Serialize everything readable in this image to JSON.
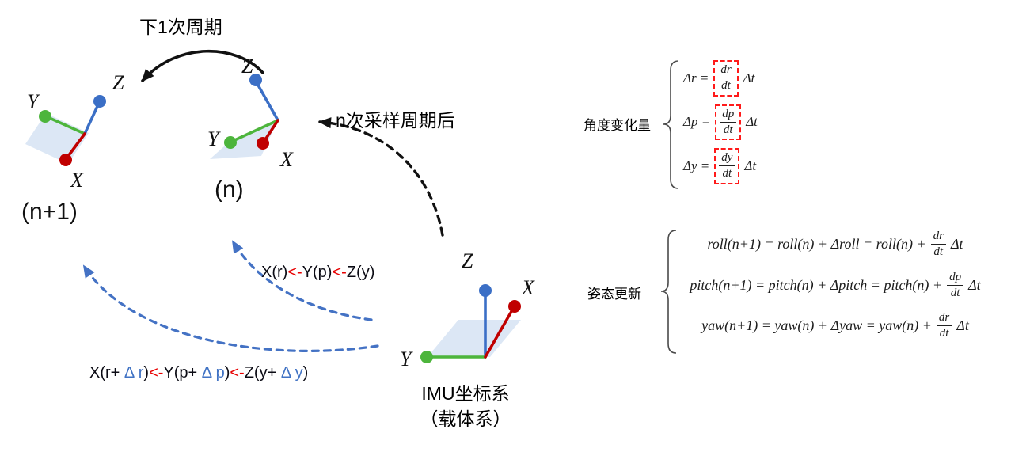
{
  "frames": {
    "n1": {
      "caption": "(n+1)",
      "x": "X",
      "y": "Y",
      "z": "Z"
    },
    "n": {
      "caption": "(n)",
      "x": "X",
      "y": "Y",
      "z": "Z"
    },
    "imu": {
      "caption_line1": "IMU坐标系",
      "caption_line2": "（载体系）",
      "x": "X",
      "y": "Y",
      "z": "Z"
    }
  },
  "arrows": {
    "next_cycle": "下1次周期",
    "after_n_samples": "n次采样周期后"
  },
  "rotation_labels": {
    "current": [
      {
        "text": "X(r)",
        "color": "ink"
      },
      {
        "text": "<-",
        "color": "red"
      },
      {
        "text": "Y(p)",
        "color": "ink"
      },
      {
        "text": "<-",
        "color": "red"
      },
      {
        "text": "Z(y)",
        "color": "ink"
      }
    ],
    "next": [
      {
        "text": "X(r+ ",
        "color": "ink"
      },
      {
        "text": "Δ r",
        "color": "blue"
      },
      {
        "text": ")",
        "color": "ink"
      },
      {
        "text": "<-",
        "color": "red"
      },
      {
        "text": "Y(p+ ",
        "color": "ink"
      },
      {
        "text": "Δ p",
        "color": "blue"
      },
      {
        "text": ")",
        "color": "ink"
      },
      {
        "text": "<-",
        "color": "red"
      },
      {
        "text": "Z(y+ ",
        "color": "ink"
      },
      {
        "text": "Δ y",
        "color": "blue"
      },
      {
        "text": ")",
        "color": "ink"
      }
    ]
  },
  "equations": {
    "angle_change": {
      "label": "角度变化量",
      "rows": [
        {
          "lhs": "Δr =",
          "num": "dr",
          "den": "dt",
          "rhs": "Δt"
        },
        {
          "lhs": "Δp =",
          "num": "dp",
          "den": "dt",
          "rhs": "Δt"
        },
        {
          "lhs": "Δy =",
          "num": "dy",
          "den": "dt",
          "rhs": "Δt"
        }
      ]
    },
    "attitude_update": {
      "label": "姿态更新",
      "rows": [
        {
          "body": "roll(n+1) = roll(n) + Δroll = roll(n) +",
          "num": "dr",
          "den": "dt",
          "rhs": "Δt"
        },
        {
          "body": "pitch(n+1) = pitch(n) + Δpitch = pitch(n) +",
          "num": "dp",
          "den": "dt",
          "rhs": "Δt"
        },
        {
          "body": "yaw(n+1) = yaw(n) + Δyaw = yaw(n) +",
          "num": "dr",
          "den": "dt",
          "rhs": "Δt"
        }
      ]
    }
  },
  "colors": {
    "axis-red": "#C00000",
    "axis-green": "#4DB53C",
    "axis-blue": "#3B6FC6",
    "plane": "#DCE7F5",
    "arrow-blue": "#4472C4",
    "text-red": "#E80000",
    "delta-blue": "#4173C4",
    "box-red": "#FF1A1A"
  }
}
